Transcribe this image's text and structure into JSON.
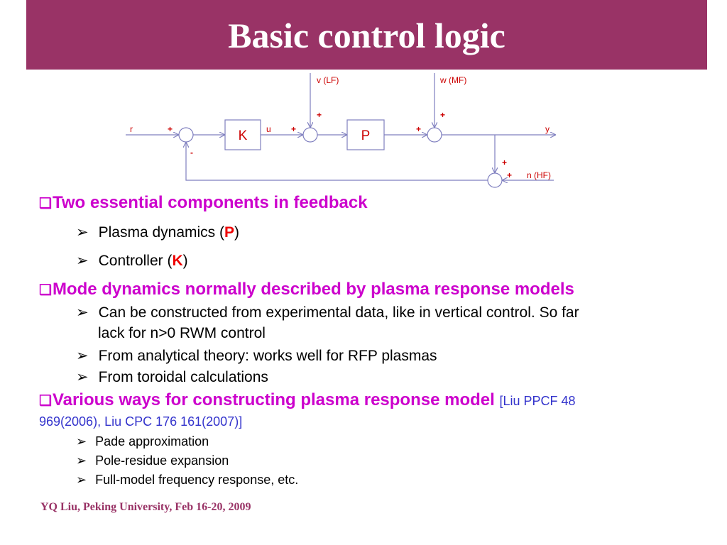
{
  "slide": {
    "title": "Basic control logic",
    "footer": "YQ Liu, Peking University, Feb 16-20, 2009"
  },
  "diagram": {
    "block_k": "K",
    "block_p": "P",
    "label_r": "r",
    "label_u": "u",
    "label_y": "y",
    "label_v": "v (LF)",
    "label_w": "w (MF)",
    "label_n": "n (HF)",
    "plus": "+",
    "minus": "-"
  },
  "bullets": {
    "box_glyph": "❑",
    "arrow_glyph": "➢",
    "h1": "Two essential components in feedback",
    "h1_item1_pre": "Plasma dynamics (",
    "h1_item1_em": "P",
    "h1_item1_post": ")",
    "h1_item2_pre": "Controller (",
    "h1_item2_em": "K",
    "h1_item2_post": ")",
    "h2": "Mode dynamics normally described by plasma response models",
    "h2_item1_line1": "Can be constructed from experimental data, like in vertical control. So far",
    "h2_item1_line2": "lack for n>0 RWM control",
    "h2_item2": "From analytical theory: works well for RFP plasmas",
    "h2_item3": "From toroidal calculations",
    "h3": "Various ways for constructing plasma response model",
    "h3_cite_a": "[Liu PPCF 48",
    "h3_cite_b": "969(2006), Liu CPC 176 161(2007)]",
    "h3_item1": "Pade approximation",
    "h3_item2": "Pole-residue expansion",
    "h3_item3": "Full-model frequency response, etc."
  },
  "colors": {
    "title_bg": "#993366",
    "heading": "#cc00cc",
    "diagram_text": "#cc0000",
    "diagram_line": "#7f7fbf",
    "citation": "#3333cc"
  }
}
